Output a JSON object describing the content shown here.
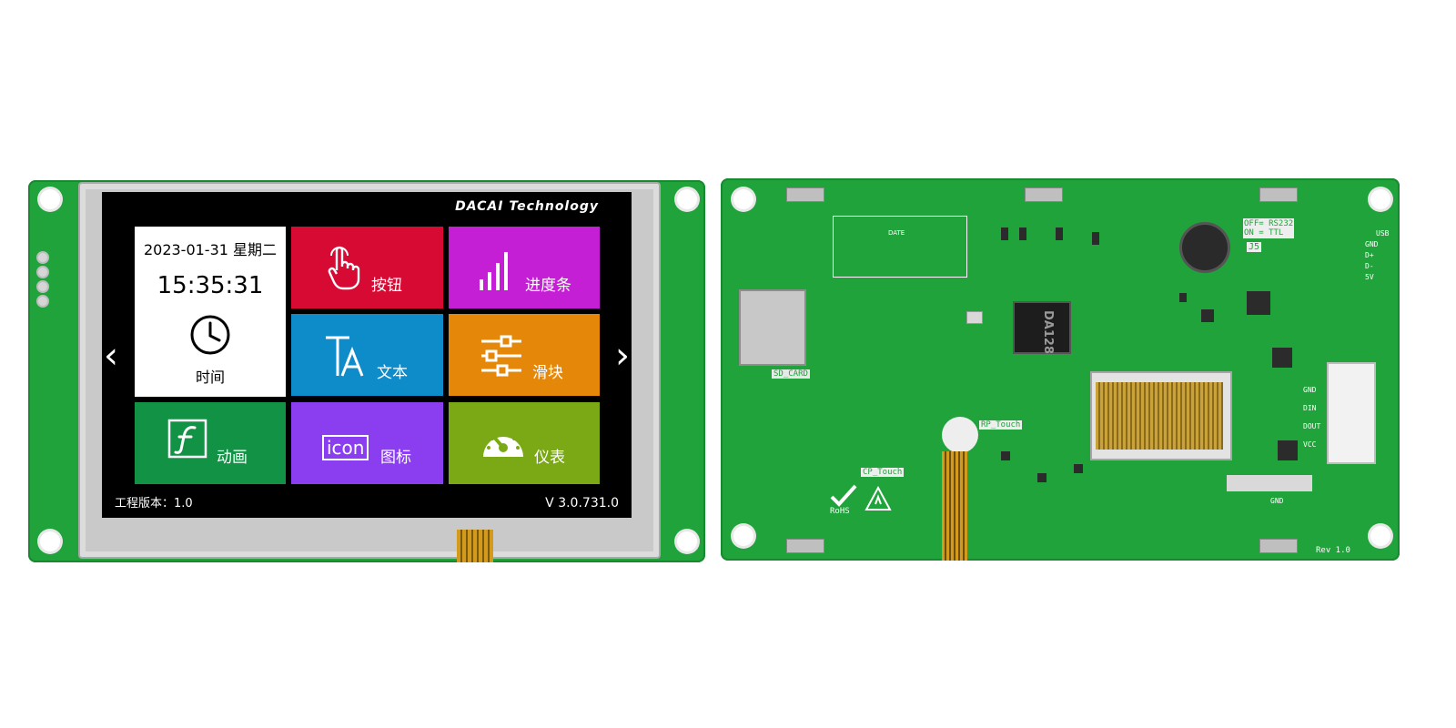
{
  "front": {
    "brand": "DACAI Technology",
    "tiles": {
      "time": {
        "date": "2023-01-31 星期二",
        "clock": "15:35:31",
        "label": "时间",
        "icon": "clock-icon"
      },
      "button": {
        "label": "按钮",
        "icon": "hand-pointer-icon",
        "color": "#d60a33"
      },
      "progress": {
        "label": "进度条",
        "icon": "signal-bars-icon",
        "color": "#c41fd5"
      },
      "text": {
        "label": "文本",
        "icon": "text-ta-icon",
        "color": "#0e8bc9"
      },
      "slider": {
        "label": "滑块",
        "icon": "sliders-icon",
        "color": "#e58809"
      },
      "animation": {
        "label": "动画",
        "icon": "flash-icon",
        "color": "#129245"
      },
      "icon": {
        "label": "图标",
        "icon": "icon-text-icon",
        "icon_text": "icon",
        "color": "#8a3ef0"
      },
      "gauge": {
        "label": "仪表",
        "icon": "gauge-icon",
        "color": "#7ba916"
      }
    },
    "nav": {
      "left": "‹",
      "right": "›"
    },
    "footer": {
      "project_version": "工程版本：1.0",
      "firmware_version": "V 3.0.731.0"
    }
  },
  "back": {
    "labels": {
      "date": "DATE",
      "sd_card": "SD_CARD",
      "rp_touch": "RP_Touch",
      "cp_touch": "CP_Touch",
      "rs_option": "OFF= RS232\nON = TTL",
      "j5": "J5",
      "rohs": "RoHS",
      "rev": "Rev 1.0",
      "gnd": "GND",
      "chip": "DA128",
      "usb": "USB",
      "pins": [
        "GND",
        "D+",
        "D-",
        "5V"
      ],
      "side_pins": [
        "GND",
        "DIN",
        "DOUT",
        "VCC"
      ]
    }
  }
}
